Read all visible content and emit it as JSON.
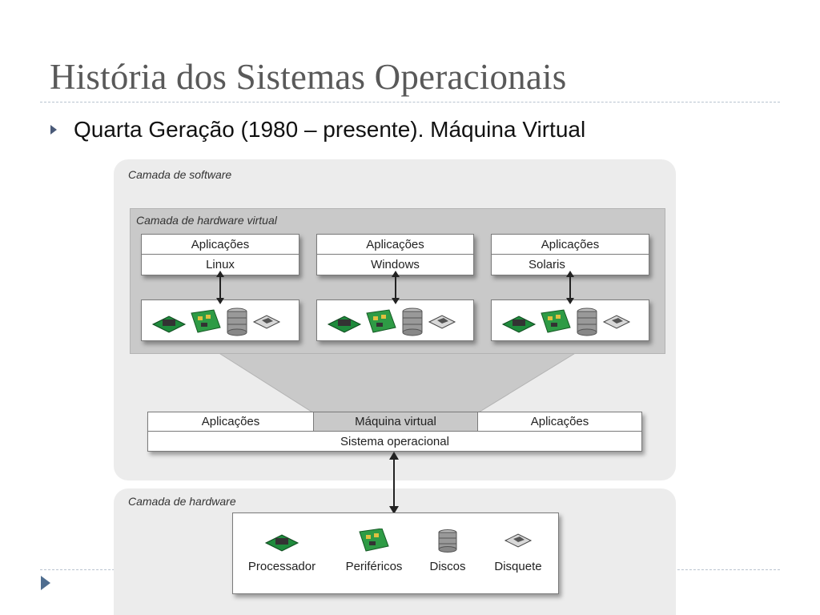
{
  "slide": {
    "title": "História dos Sistemas Operacionais",
    "bullet": "Quarta Geração (1980 – presente). Máquina Virtual"
  },
  "diagram": {
    "software_layer_label": "Camada de software",
    "virtual_hw_layer_label": "Camada de hardware virtual",
    "vms": [
      {
        "app": "Aplicações",
        "os": "Linux"
      },
      {
        "app": "Aplicações",
        "os": "Windows"
      },
      {
        "app": "Aplicações",
        "os": "Solaris"
      }
    ],
    "host": {
      "left_app": "Aplicações",
      "vm": "Máquina virtual",
      "right_app": "Aplicações",
      "os": "Sistema operacional"
    },
    "hardware_layer_label": "Camada de hardware",
    "hardware": [
      {
        "label": "Processador",
        "icon": "processor-icon"
      },
      {
        "label": "Periféricos",
        "icon": "peripherals-icon"
      },
      {
        "label": "Discos",
        "icon": "disks-icon"
      },
      {
        "label": "Disquete",
        "icon": "floppy-icon"
      }
    ]
  },
  "colors": {
    "title": "#595959",
    "panel": "#ececec",
    "virtual_hw": "#c9c9c9",
    "chip_green": "#1f8a3c",
    "accent_marker": "#4f6d8f"
  }
}
